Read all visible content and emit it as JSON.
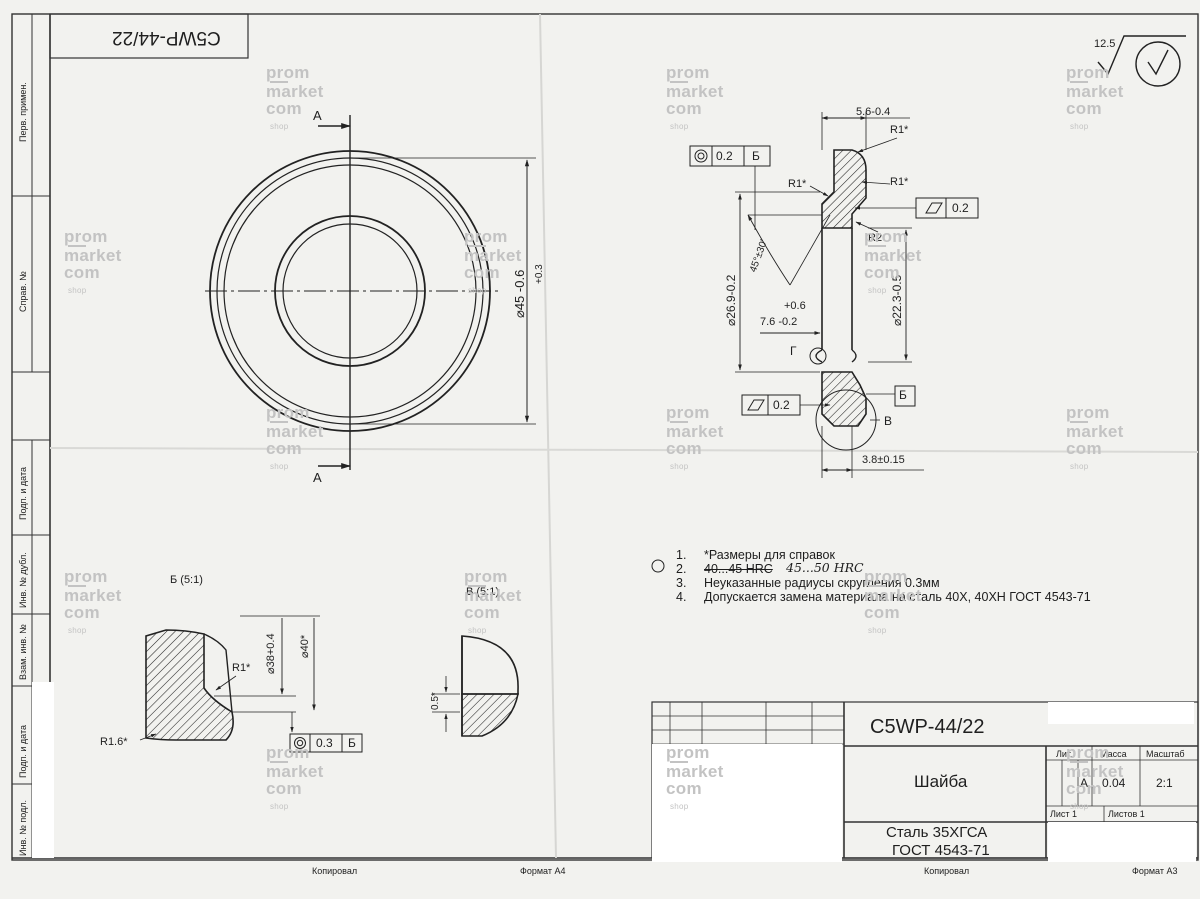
{
  "stamp": {
    "code_mirrored": "C5WP-44/22"
  },
  "roughness": {
    "value": "12.5"
  },
  "side_strip": [
    "Перв. примен.",
    "Справ. №",
    "Подп. и дата",
    "Инв. № дубл.",
    "Взам. инв. №",
    "Подп. и дата",
    "Инв. № подл."
  ],
  "front_view": {
    "section_mark_top": "А",
    "section_mark_bottom": "А",
    "dim_diameter": "⌀45 -0.6",
    "dim_diameter_tol": "+0.3"
  },
  "section_view": {
    "dim_thickness": "5.6-0.4",
    "r1_top": "R1*",
    "r1_left": "R1*",
    "r1_right": "R1*",
    "r2": "R2",
    "chamfer": "45°±30'",
    "dim_d26": "⌀26.9-0.2",
    "dim_d22": "⌀22.3-0.5",
    "dim_76": "7.6 -0.2",
    "dim_76_tol": "+0.6",
    "dim_38": "3.8±0.15",
    "label_g": "Г",
    "label_v": "В",
    "label_b": "Б",
    "concentricity": {
      "value": "0.2",
      "datum": "Б"
    },
    "flatness_right": {
      "value": "0.2"
    },
    "flatness_left": {
      "value": "0.2"
    }
  },
  "detail_b": {
    "title": "Б (5:1)",
    "r1": "R1*",
    "r16": "R1.6*",
    "dim_38": "⌀38+0.4",
    "dim_40": "⌀40*",
    "concentricity": {
      "value": "0.3",
      "datum": "Б"
    }
  },
  "detail_v": {
    "title": "В (5:1)",
    "dim_05": "0.5*"
  },
  "notes": [
    {
      "num": "1.",
      "text": "*Размеры для справок"
    },
    {
      "num": "2.",
      "text": "40...45 HRC",
      "handwritten": "45...50 HRC"
    },
    {
      "num": "3.",
      "text": "Неуказанные радиусы скругления 0.3мм"
    },
    {
      "num": "4.",
      "text": "Допускается замена материала на сталь 40Х, 40ХН ГОСТ 4543-71"
    }
  ],
  "title_block": {
    "designation": "C5WP-44/22",
    "name": "Шайба",
    "material_line1": "Сталь 35ХГСА",
    "material_line2": "ГОСТ 4543-71",
    "lit_label": "Лит.",
    "mass_label": "Масса",
    "scale_label": "Масштаб",
    "lit_value": "А",
    "mass_value": "0.04",
    "scale_value": "2:1",
    "sheet_label": "Лист 1",
    "sheets_label": "Листов 1"
  },
  "footer": {
    "copied": "Копировал",
    "format_a4": "Формат А4",
    "copied2": "Копировал",
    "format_a3": "Формат А3"
  },
  "watermark": {
    "line1": "prom",
    "line2": "market",
    "line3": "com",
    "suffix": "shop"
  }
}
